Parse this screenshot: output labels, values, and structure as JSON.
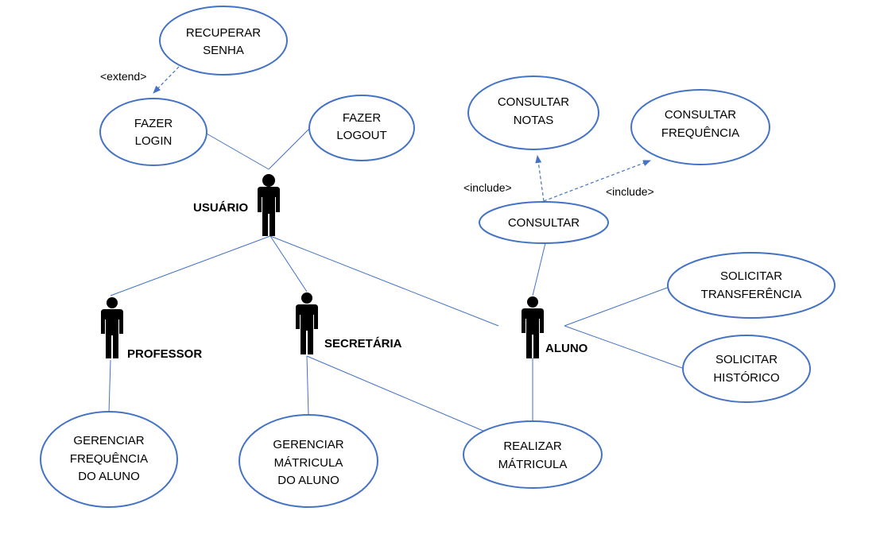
{
  "colors": {
    "line": "#4472c4",
    "actor": "#000000",
    "text": "#000000",
    "background": "#ffffff"
  },
  "actors": {
    "usuario": "USUÁRIO",
    "professor": "PROFESSOR",
    "secretaria": "SECRETÁRIA",
    "aluno": "ALUNO"
  },
  "use_cases": {
    "recuperar_senha": [
      "RECUPERAR",
      "SENHA"
    ],
    "fazer_login": [
      "FAZER",
      "LOGIN"
    ],
    "fazer_logout": [
      "FAZER",
      "LOGOUT"
    ],
    "consultar_notas": [
      "CONSULTAR",
      "NOTAS"
    ],
    "consultar_frequencia": [
      "CONSULTAR",
      "FREQUÊNCIA"
    ],
    "consultar": [
      "CONSULTAR"
    ],
    "solicitar_transferencia": [
      "SOLICITAR",
      "TRANSFERÊNCIA"
    ],
    "solicitar_historico": [
      "SOLICITAR",
      "HISTÓRICO"
    ],
    "gerenciar_frequencia": [
      "GERENCIAR",
      "FREQUÊNCIA",
      "DO ALUNO"
    ],
    "gerenciar_matricula": [
      "GERENCIAR",
      "MÁTRICULA",
      "DO ALUNO"
    ],
    "realizar_matricula": [
      "REALIZAR",
      "MÁTRICULA"
    ]
  },
  "relations": {
    "extend": "<extend>",
    "include_notas": "<include>",
    "include_frequencia": "<include>"
  }
}
